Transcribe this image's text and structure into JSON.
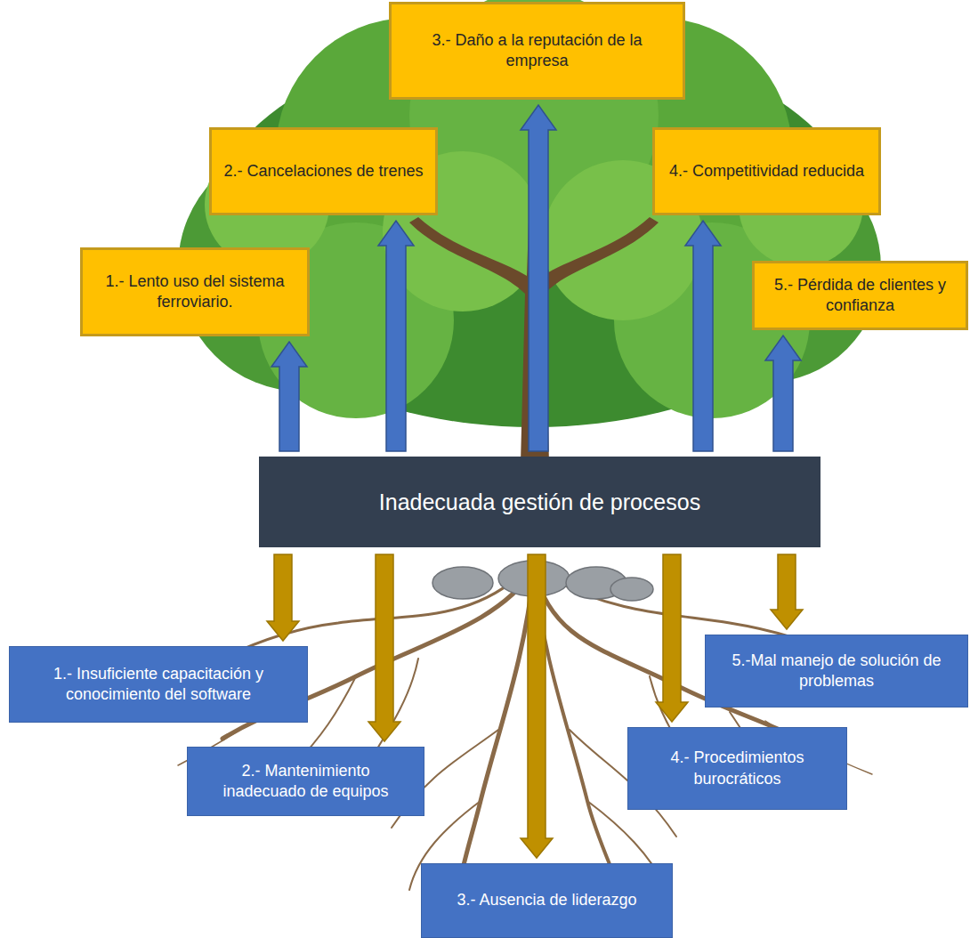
{
  "diagram": {
    "nodes": [
      {
        "text": [
          "1.- Lento uso del sistema ferroviario."
        ]
      },
      {
        "text": [
          "2.- Cancelaciones de trenes"
        ]
      },
      {
        "text": [
          "3.- Daño a la reputación de la empresa"
        ]
      },
      {
        "text": [
          "4.- Competitividad reducida"
        ]
      },
      {
        "text": [
          "5.- Pérdida de clientes y confianza"
        ]
      },
      {
        "text": [
          "Inadecuada gestión de procesos"
        ]
      },
      {
        "text": [
          "1.- Insuficiente capacitación y conocimiento del software"
        ]
      },
      {
        "text": [
          "2.- Mantenimiento inadecuado de equipos"
        ]
      },
      {
        "text": [
          "3.- Ausencia de liderazgo"
        ]
      },
      {
        "text": [
          "4.- Procedimientos burocráticos"
        ]
      },
      {
        "text": [
          "5.-Mal manejo de solución de problemas"
        ]
      }
    ],
    "edges": [
      {
        "from": 5,
        "to": 0,
        "arrow": "to"
      },
      {
        "from": 5,
        "to": 1,
        "arrow": "to"
      },
      {
        "from": 5,
        "to": 2,
        "arrow": "to"
      },
      {
        "from": 5,
        "to": 3,
        "arrow": "to"
      },
      {
        "from": 5,
        "to": 4,
        "arrow": "to"
      },
      {
        "from": 5,
        "to": 6,
        "arrow": "to"
      },
      {
        "from": 5,
        "to": 7,
        "arrow": "to"
      },
      {
        "from": 5,
        "to": 8,
        "arrow": "to"
      },
      {
        "from": 5,
        "to": 9,
        "arrow": "to"
      },
      {
        "from": 5,
        "to": 10,
        "arrow": "to"
      }
    ]
  }
}
